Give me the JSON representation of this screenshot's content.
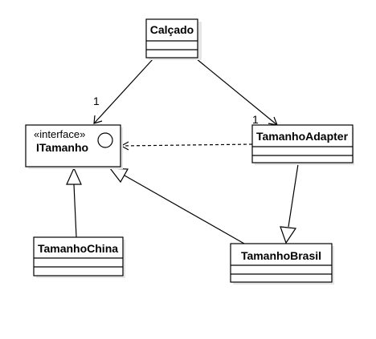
{
  "diagram": {
    "classes": {
      "calcado": {
        "name": "Calçado"
      },
      "itamanho": {
        "stereotype": "«interface»",
        "name": "ITamanho"
      },
      "tamanho_adapter": {
        "name": "TamanhoAdapter"
      },
      "tamanho_china": {
        "name": "TamanhoChina"
      },
      "tamanho_brasil": {
        "name": "TamanhoBrasil"
      }
    },
    "relations": [
      {
        "from": "Calçado",
        "to": "ITamanho",
        "type": "association",
        "multiplicity": "1"
      },
      {
        "from": "Calçado",
        "to": "TamanhoAdapter",
        "type": "association",
        "multiplicity": "1"
      },
      {
        "from": "TamanhoAdapter",
        "to": "ITamanho",
        "type": "dependency"
      },
      {
        "from": "TamanhoChina",
        "to": "ITamanho",
        "type": "realization"
      },
      {
        "from": "TamanhoBrasil",
        "to": "ITamanho",
        "type": "realization"
      },
      {
        "from": "TamanhoAdapter",
        "to": "TamanhoBrasil",
        "type": "generalization"
      }
    ],
    "colors": {
      "stroke": "#000000",
      "fill": "#ffffff",
      "shadow": "#e6e6e6"
    }
  }
}
